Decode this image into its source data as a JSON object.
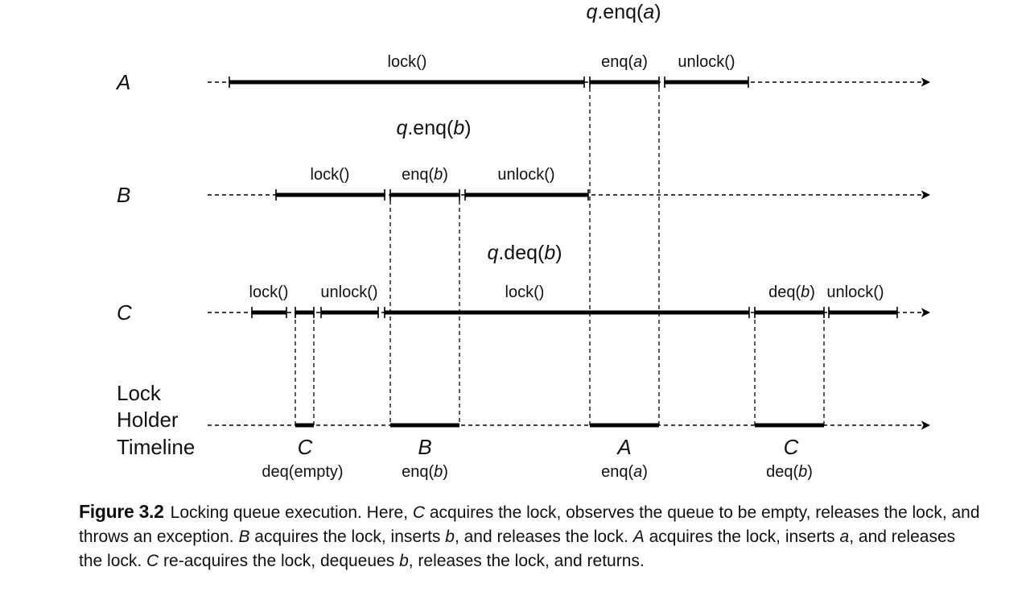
{
  "threads": [
    {
      "id": "A",
      "label": "A",
      "method": {
        "obj": "q",
        "name": ".enq(",
        "arg": "a",
        "close": ")"
      }
    },
    {
      "id": "B",
      "label": "B",
      "method": {
        "obj": "q",
        "name": ".enq(",
        "arg": "b",
        "close": ")"
      }
    },
    {
      "id": "C",
      "label": "C",
      "method": {
        "obj": "q",
        "name": ".deq(",
        "arg": "b",
        "close": ")"
      }
    }
  ],
  "segments": {
    "A": [
      {
        "text": "lock()"
      },
      {
        "text": "enq(",
        "arg": "a",
        "close": ")"
      },
      {
        "text": "unlock()"
      }
    ],
    "B": [
      {
        "text": "lock()"
      },
      {
        "text": "enq(",
        "arg": "b",
        "close": ")"
      },
      {
        "text": "unlock()"
      }
    ],
    "C": [
      {
        "text": "lock()"
      },
      {
        "text": "unlock()"
      },
      {
        "text": "lock()"
      },
      {
        "text": "deq(",
        "arg": "b",
        "close": ")"
      },
      {
        "text": "unlock()"
      }
    ]
  },
  "lock_holder": {
    "label_lines": [
      "Lock",
      "Holder",
      "Timeline"
    ],
    "holders": [
      {
        "thread": "C",
        "op": "deq(empty)"
      },
      {
        "thread": "B",
        "op": "enq(",
        "arg": "b",
        "close": ")"
      },
      {
        "thread": "A",
        "op": "enq(",
        "arg": "a",
        "close": ")"
      },
      {
        "thread": "C",
        "op": "deq(",
        "arg": "b",
        "close": ")"
      }
    ]
  },
  "caption": {
    "figure_label": "Figure 3.2",
    "parts": [
      {
        "t": "Locking queue execution. Here, "
      },
      {
        "i": "C"
      },
      {
        "t": " acquires the lock, observes the queue to be empty, releases the lock, and throws an exception. "
      },
      {
        "i": "B"
      },
      {
        "t": " acquires the lock, inserts "
      },
      {
        "i": "b"
      },
      {
        "t": ", and releases the lock. "
      },
      {
        "i": "A"
      },
      {
        "t": " acquires the lock, inserts "
      },
      {
        "i": "a"
      },
      {
        "t": ", and releases the lock. "
      },
      {
        "i": "C"
      },
      {
        "t": " re-acquires the lock, dequeues "
      },
      {
        "i": "b"
      },
      {
        "t": ", releases the lock, and returns."
      }
    ]
  }
}
